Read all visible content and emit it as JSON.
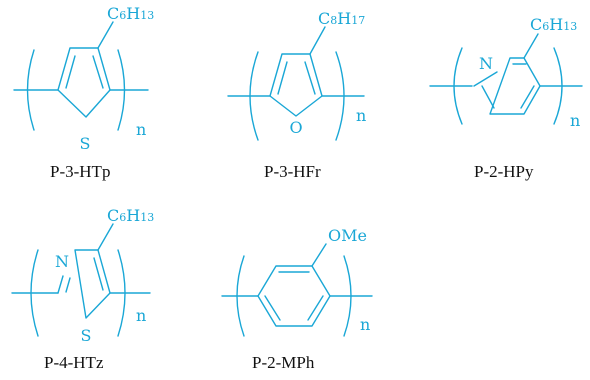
{
  "style": {
    "structure_color": "#1aa7d6",
    "caption_color": "#111111"
  },
  "polymers": [
    {
      "caption": "P-3-HTp",
      "ring_heteroatom": "S",
      "substituent": {
        "base": "C",
        "sub1": "6",
        "mid": "H",
        "sub2": "13"
      },
      "repeat": "n"
    },
    {
      "caption": "P-3-HFr",
      "ring_heteroatom": "O",
      "substituent": {
        "base": "C",
        "sub1": "8",
        "mid": "H",
        "sub2": "17"
      },
      "repeat": "n"
    },
    {
      "caption": "P-2-HPy",
      "ring_heteroatom": "N",
      "substituent": {
        "base": "C",
        "sub1": "6",
        "mid": "H",
        "sub2": "13"
      },
      "repeat": "n"
    },
    {
      "caption": "P-4-HTz",
      "ring_heteroatom": "S",
      "ring_heteroatom_2": "N",
      "substituent": {
        "base": "C",
        "sub1": "6",
        "mid": "H",
        "sub2": "13"
      },
      "repeat": "n"
    },
    {
      "caption": "P-2-MPh",
      "substituent_text": "OMe",
      "repeat": "n"
    }
  ]
}
